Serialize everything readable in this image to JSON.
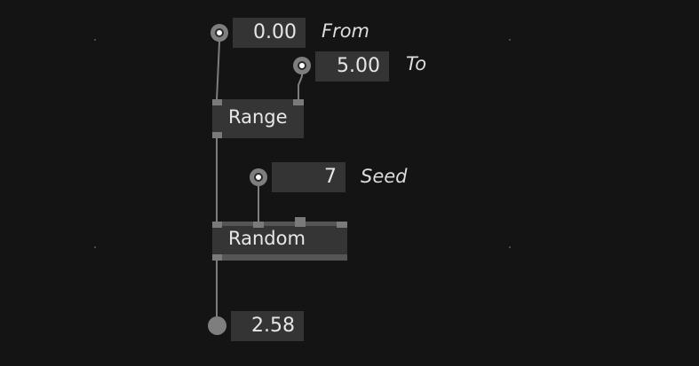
{
  "inputs": {
    "from": {
      "value": "0.00",
      "label": "From"
    },
    "to": {
      "value": "5.00",
      "label": "To"
    },
    "seed": {
      "value": "7",
      "label": "Seed"
    }
  },
  "nodes": {
    "range": {
      "title": "Range"
    },
    "random": {
      "title": "Random"
    }
  },
  "output": {
    "value": "2.58"
  },
  "colors": {
    "background": "#141414",
    "iobox": "#343434",
    "node": "#353535",
    "wire": "#7d7d7d",
    "pin": "#7e7e7e"
  },
  "icons": [
    "pin-hollow-icon",
    "pin-solid-icon"
  ]
}
